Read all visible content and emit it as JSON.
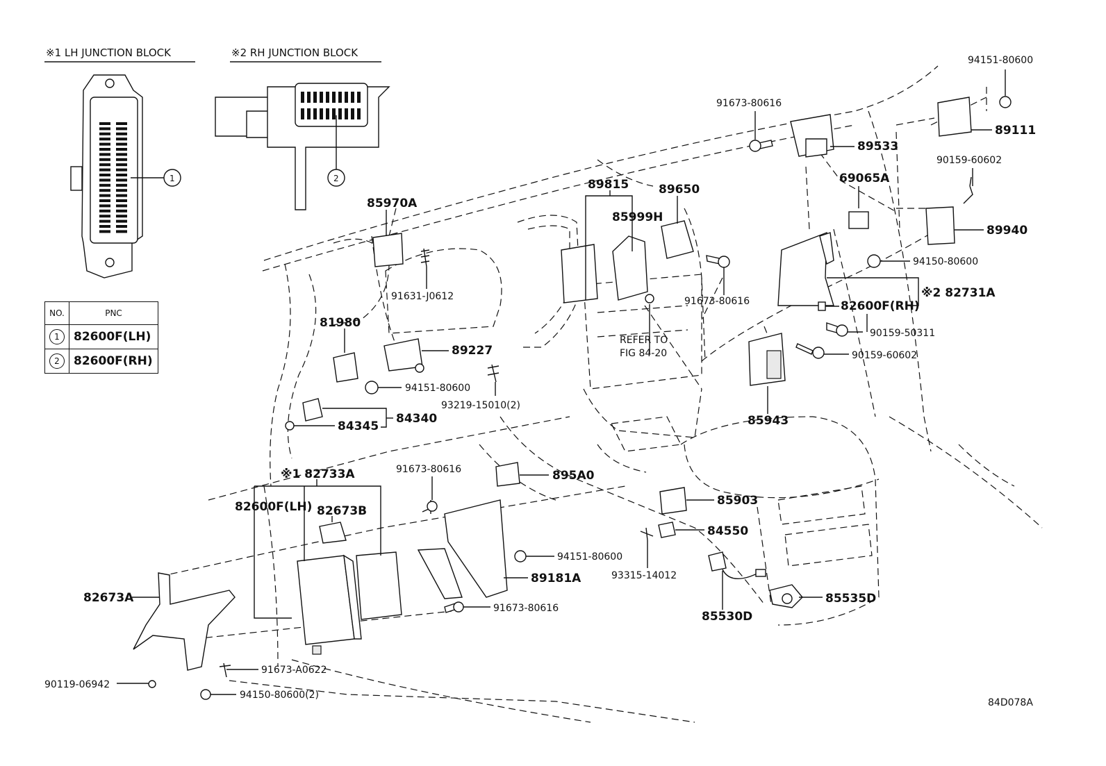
{
  "headers": {
    "lh_junction_block": "※1 LH JUNCTION BLOCK",
    "rh_junction_block": "※2 RH JUNCTION BLOCK"
  },
  "table": {
    "col_no": "NO.",
    "col_pnc": "PNC",
    "rows": [
      {
        "no": "1",
        "pnc": "82600F(LH)"
      },
      {
        "no": "2",
        "pnc": "82600F(RH)"
      }
    ]
  },
  "callouts": {
    "c1": "1",
    "c2": "2"
  },
  "refer_note": [
    "REFER TO",
    "FIG 84-20"
  ],
  "figure_id": "84D078A",
  "parts": {
    "p94151_80600_tr": "94151-80600",
    "p89111": "89111",
    "p91673_80616_top": "91673-80616",
    "p89533": "89533",
    "p69065A": "69065A",
    "p90159_60602_tr": "90159-60602",
    "p89940": "89940",
    "p94150_80600_r": "94150-80600",
    "p82731A": "※2 82731A",
    "p82600F_RH": "82600F(RH)",
    "p90159_50311": "90159-50311",
    "p90159_60602_r": "90159-60602",
    "p89815": "89815",
    "p89650": "89650",
    "p85999H": "85999H",
    "p91673_80616_mid": "91673-80616",
    "p85970A": "85970A",
    "p91631_J0612": "91631-J0612",
    "p81980": "81980",
    "p89227": "89227",
    "p94151_80600_mid": "94151-80600",
    "p93219_15010": "93219-15010(2)",
    "p84340": "84340",
    "p84345": "84345",
    "p85943": "85943",
    "p82733A": "※1 82733A",
    "p91673_80616_low": "91673-80616",
    "p895A0": "895A0",
    "p82600F_LH": "82600F(LH)",
    "p82673B": "82673B",
    "p85903": "85903",
    "p84550": "84550",
    "p94151_80600_low": "94151-80600",
    "p93315_14012": "93315-14012",
    "p89181A": "89181A",
    "p82673A": "82673A",
    "p91673_80616_bot": "91673-80616",
    "p85535D": "85535D",
    "p85530D": "85530D",
    "p91673_A0622": "91673-A0622",
    "p90119_06942": "90119-06942",
    "p94150_80600_2": "94150-80600(2)"
  }
}
